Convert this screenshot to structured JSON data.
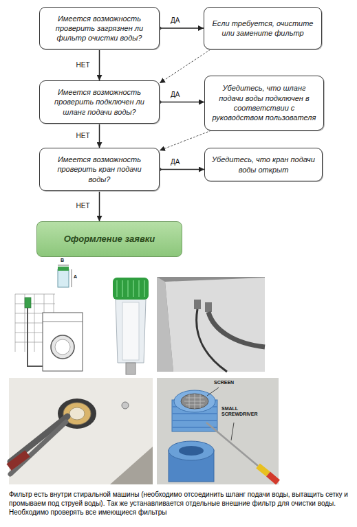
{
  "diagram": {
    "caption": "Фильтр есть внутри стиральной машины (необходимо отсоединить шланг подачи воды, вытащить сетку и промываем под струей воды). Так же устанавливается отдельные внешние фильтр для очистки воды. Необходимо проверять все имеющиеся фильтры",
    "nodes": [
      {
        "text": [
          "Имеется возможность проверить загрязнен ли фильтр очистки воды?"
        ]
      },
      {
        "text": [
          "Если требуется, очистите или замените фильтр"
        ]
      },
      {
        "text": [
          "Имеется возможность проверить подключен ли шланг подачи воды?"
        ]
      },
      {
        "text": [
          "Убедитесь, что шланг подачи воды подключен в соответствии с руководством пользователя"
        ]
      },
      {
        "text": [
          "Имеется возможность проверить кран подачи воды?"
        ]
      },
      {
        "text": [
          "Убедитесь, что кран подачи воды открыт"
        ]
      },
      {
        "text": [
          "Оформление заявки"
        ]
      }
    ],
    "edges": [
      {
        "from": 0,
        "to": 1,
        "label": "ДА",
        "arrow": "to"
      },
      {
        "from": 0,
        "to": 2,
        "label": "НЕТ",
        "arrow": "to"
      },
      {
        "from": 1,
        "to": 2,
        "arrow": "to"
      },
      {
        "from": 2,
        "to": 3,
        "label": "ДА",
        "arrow": "to"
      },
      {
        "from": 2,
        "to": 4,
        "label": "НЕТ",
        "arrow": "to"
      },
      {
        "from": 3,
        "to": 4,
        "arrow": "to"
      },
      {
        "from": 4,
        "to": 5,
        "label": "ДА",
        "arrow": "to"
      },
      {
        "from": 4,
        "to": 6,
        "label": "НЕТ",
        "arrow": "to"
      }
    ],
    "labels": [
      "B",
      "A",
      "SCREEN",
      "SMALL SCREWDRIVER"
    ]
  }
}
